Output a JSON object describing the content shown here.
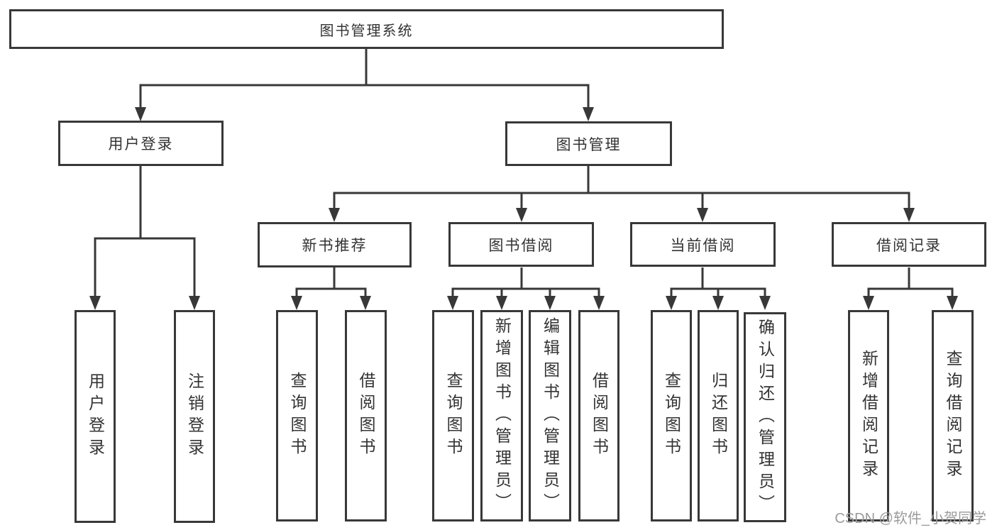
{
  "colors": {
    "line": "#383838",
    "box_border": "#383838",
    "box_fill": "#ffffff",
    "text": "#333333",
    "watermark_text": "#9b9b9b",
    "background": "#ffffff"
  },
  "nodes": {
    "root": "图书管理系统",
    "user_login": "用户登录",
    "book_management": "图书管理",
    "new_book_recommend": "新书推荐",
    "book_borrow": "图书借阅",
    "current_borrow": "当前借阅",
    "borrow_records": "借阅记录",
    "leaf_user_login": "用户登录",
    "leaf_logout": "注销登录",
    "rec_query_books": "查询图书",
    "rec_borrow_books": "借阅图书",
    "bb_query_books": "查询图书",
    "bb_add_books": "新增图书（管理员）",
    "bb_edit_books": "编辑图书（管理员）",
    "bb_borrow_books": "借阅图书",
    "cb_query_books": "查询图书",
    "cb_return_books": "归还图书",
    "cb_confirm_return": "确认归还（管理员）",
    "br_add_record": "新增借阅记录",
    "br_query_record": "查询借阅记录"
  },
  "watermark": "CSDN @软件_小贺同学"
}
